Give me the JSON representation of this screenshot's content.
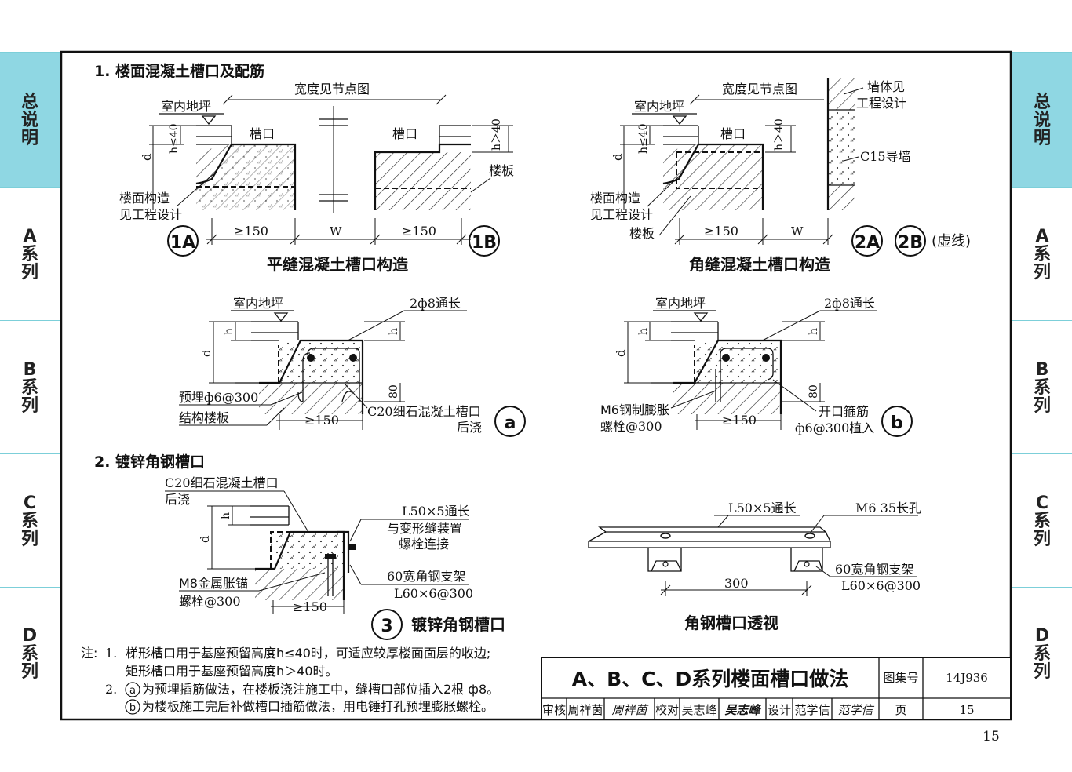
{
  "tabs": {
    "left": [
      {
        "label": "总说明",
        "active": true
      },
      {
        "label": "A系列",
        "active": false
      },
      {
        "label": "B系列",
        "active": false
      },
      {
        "label": "C系列",
        "active": false
      },
      {
        "label": "D系列",
        "active": false
      }
    ],
    "right": [
      {
        "label": "总说明",
        "active": true
      },
      {
        "label": "A系列",
        "active": false
      },
      {
        "label": "B系列",
        "active": false
      },
      {
        "label": "C系列",
        "active": false
      },
      {
        "label": "D系列",
        "active": false
      }
    ]
  },
  "section1": {
    "title": "1. 楼面混凝土槽口及配筋"
  },
  "section2": {
    "title": "2. 镀锌角钢槽口"
  },
  "d1": {
    "width_note": "宽度见节点图",
    "floor": "室内地坪",
    "groove_left": "槽口",
    "groove_right": "槽口",
    "h_le_40": "h≤40",
    "h_gt_40": "h＞40",
    "d": "d",
    "slab": "楼板",
    "floor_build_1": "楼面构造",
    "floor_build_2": "见工程设计",
    "dim_150_left": "≥150",
    "dim_w": "W",
    "dim_150_right": "≥150",
    "tag_1a": "1A",
    "tag_1b": "1B",
    "caption": "平缝混凝土槽口构造"
  },
  "d2": {
    "width_note": "宽度见节点图",
    "floor": "室内地坪",
    "groove": "槽口",
    "wall_1": "墙体见",
    "wall_2": "工程设计",
    "c15": "C15导墙",
    "h_le_40": "h≤40",
    "h_gt_40": "h＞40",
    "d": "d",
    "floor_build_1": "楼面构造",
    "floor_build_2": "见工程设计",
    "slab": "楼板",
    "dim_150": "≥150",
    "dim_w": "W",
    "tag_2a": "2A",
    "tag_2b": "2B",
    "dashed_note": "(虚线)",
    "caption": "角缝混凝土槽口构造"
  },
  "da": {
    "floor": "室内地坪",
    "rebar": "2ф8通长",
    "h": "h",
    "d": "d",
    "h2": "h",
    "dim_80": "80",
    "embed": "预埋ф6@300",
    "struct_slab": "结构楼板",
    "dim_150": "≥150",
    "c20_1": "C20细石混凝土槽口",
    "c20_2": "后浇",
    "tag": "a"
  },
  "db": {
    "floor": "室内地坪",
    "rebar": "2ф8通长",
    "h": "h",
    "d": "d",
    "h2": "h",
    "dim_80": "80",
    "m6_1": "M6钢制膨胀",
    "m6_2": "螺栓@300",
    "dim_150": "≥150",
    "stirrup_1": "开口箍筋",
    "stirrup_2": "ф6@300植入",
    "tag": "b"
  },
  "d3": {
    "c20_1": "C20细石混凝土槽口",
    "c20_2": "后浇",
    "angle_1": "L50×5通长",
    "angle_2": "与变形缝装置",
    "angle_3": "螺栓连接",
    "bracket_1": "60宽角钢支架",
    "bracket_2": "L60×6@300",
    "m8_1": "M8金属胀锚",
    "m8_2": "螺栓@300",
    "h": "h",
    "d": "d",
    "dim_150": "≥150",
    "tag": "3",
    "caption": "镀锌角钢槽口"
  },
  "d4": {
    "angle": "L50×5通长",
    "hole": "M6  35长孔",
    "bracket_1": "60宽角钢支架",
    "bracket_2": "L60×6@300",
    "dim_300": "300",
    "caption": "角钢槽口透视"
  },
  "notes": {
    "label": "注:",
    "n1_num": "1.",
    "n1_a": "梯形槽口用于基座预留高度h≤40时，可适应较厚楼面面层的收边;",
    "n1_b": "矩形槽口用于基座预留高度h＞40时。",
    "n2_num": "2.",
    "n2_a_tag": "a",
    "n2_a": "为预埋插筋做法，在楼板浇注施工中，缝槽口部位插入2根 ф8。",
    "n2_b_tag": "b",
    "n2_b": "为楼板施工完后补做槽口插筋做法，用电锤打孔预埋膨胀螺栓。"
  },
  "titleblock": {
    "title": "A、B、C、D系列楼面槽口做法",
    "atlas_label": "图集号",
    "atlas_no": "14J936",
    "review_label": "审核",
    "review_name": "周祥茵",
    "review_sig": "周祥茵",
    "check_label": "校对",
    "check_name": "吴志峰",
    "check_sig": "吴志峰",
    "design_label": "设计",
    "design_name": "范学信",
    "design_sig": "范学信",
    "page_label": "页",
    "page_no": "15"
  },
  "page_number": "15"
}
